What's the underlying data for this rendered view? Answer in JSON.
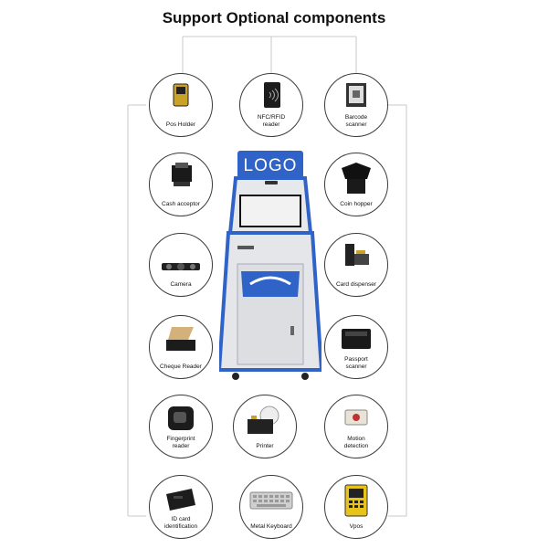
{
  "title": "Support Optional components",
  "kiosk": {
    "logo": "LOGO",
    "colors": {
      "blue": "#2f63c8",
      "body": "#e4e6ea"
    }
  },
  "components": {
    "pos_holder": "Pos Holder",
    "nfc_reader": "NFC/RFID\nreader",
    "barcode_scanner": "Barcode\nscanner",
    "cash_acceptor": "Cash acceptor",
    "coin_hopper": "Coin hopper",
    "camera": "Camera",
    "card_dispenser": "Card dispenser",
    "cheque_reader": "Cheque Reader",
    "passport_scanner": "Passport\nscanner",
    "fingerprint_reader": "Fingerprint\nreader",
    "printer": "Printer",
    "motion_detection": "Motion\ndetection",
    "id_card": "ID card\nidentification",
    "metal_keyboard": "Metal Keyboard",
    "vpos": "Vpos"
  }
}
